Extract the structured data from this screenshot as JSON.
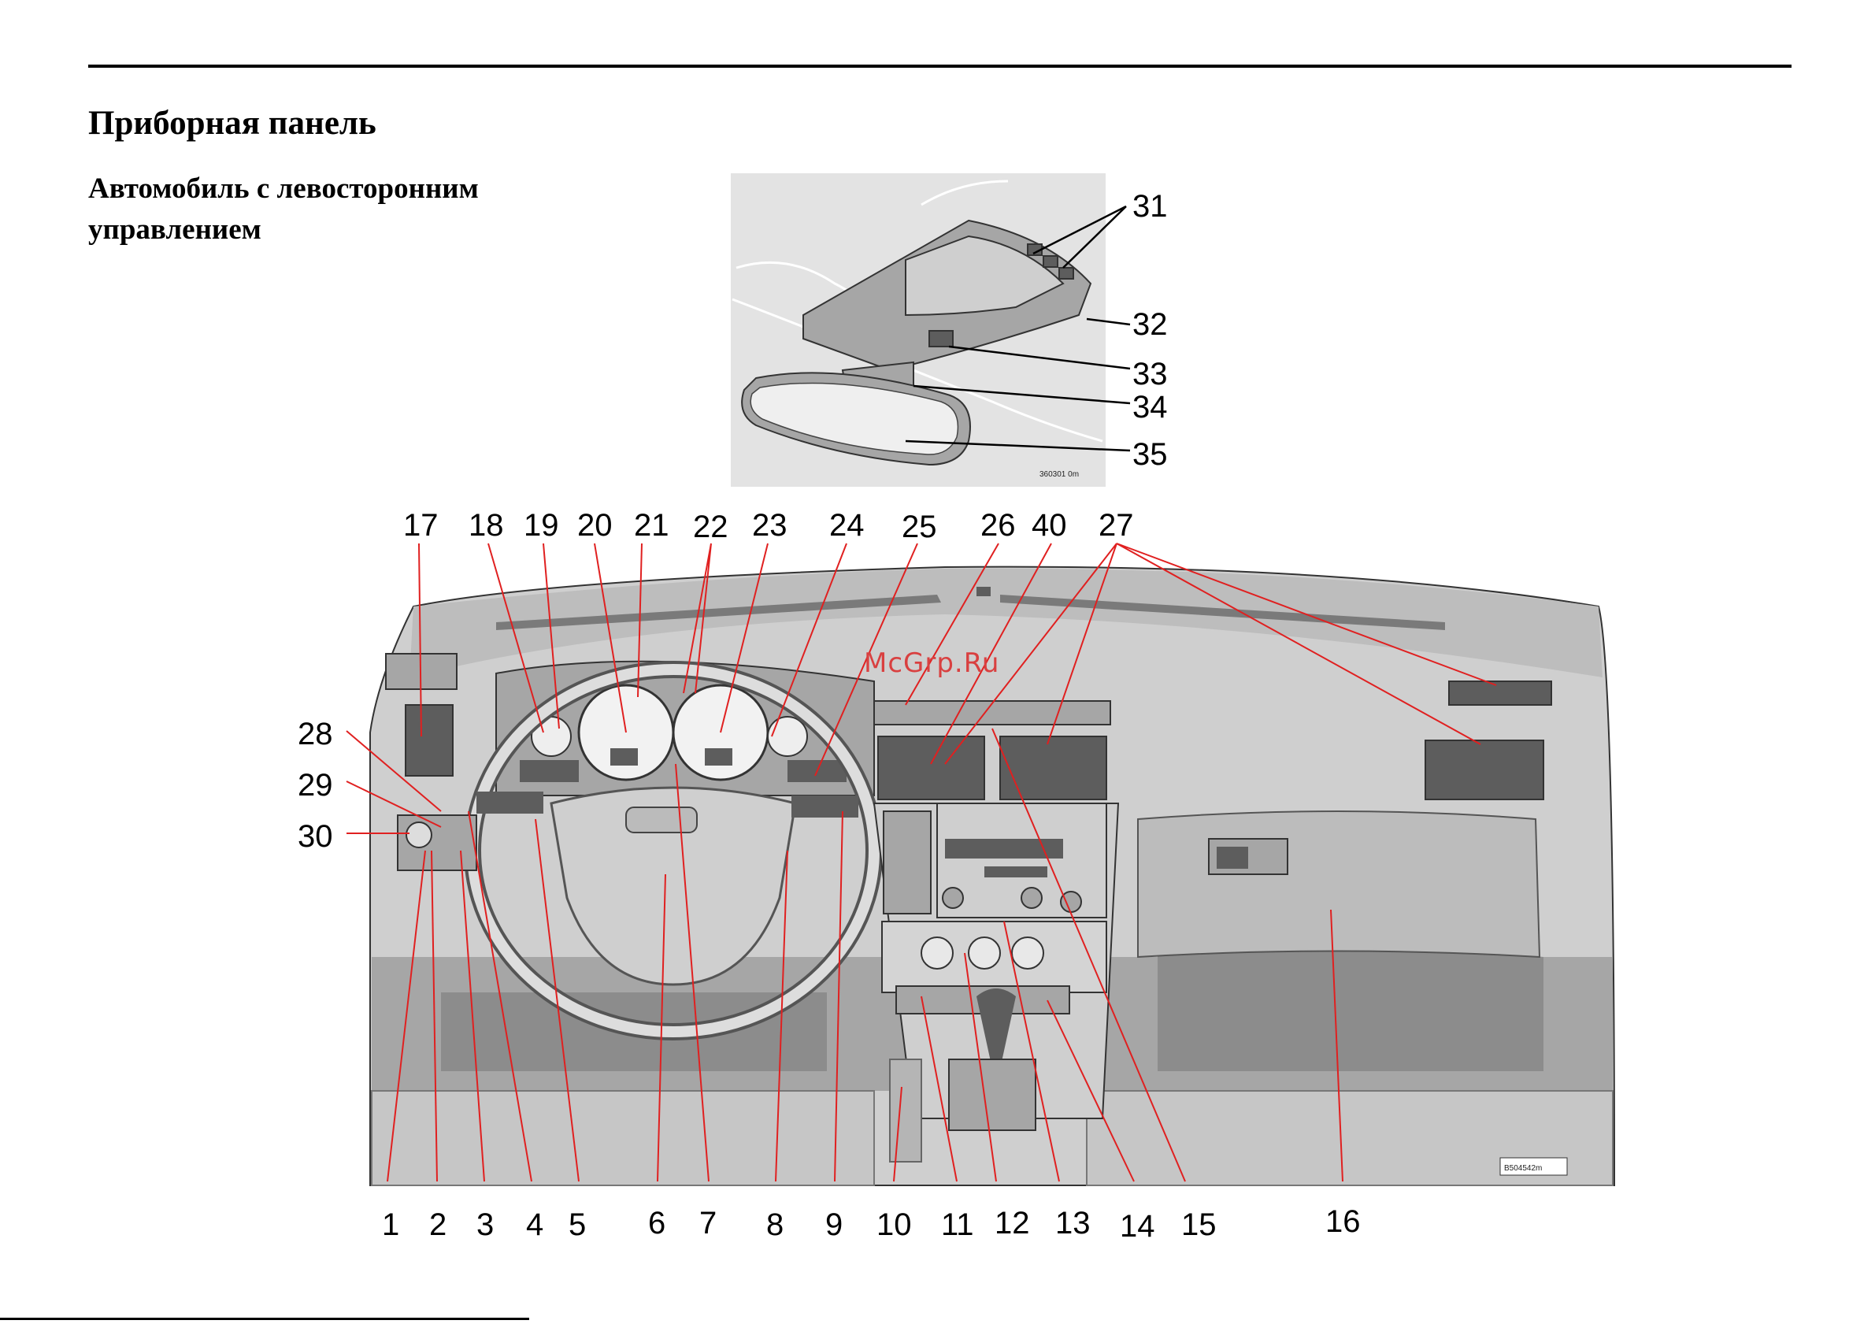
{
  "page": {
    "title": "Приборная панель",
    "subtitle_line1": "Автомобиль с левосторонним",
    "subtitle_line2": "управлением",
    "watermark": "McGrp.Ru"
  },
  "figure_codes": {
    "mirror": "360301 0m",
    "dashboard": "B504542m"
  },
  "callouts": {
    "bottom": [
      "1",
      "2",
      "3",
      "4",
      "5",
      "6",
      "7",
      "8",
      "9",
      "10",
      "11",
      "12",
      "13",
      "14",
      "15",
      "16"
    ],
    "top": [
      "17",
      "18",
      "19",
      "20",
      "21",
      "22",
      "23",
      "24",
      "25",
      "26",
      "40",
      "27"
    ],
    "left": [
      "28",
      "29",
      "30"
    ],
    "mirror": [
      "31",
      "32",
      "33",
      "34",
      "35"
    ]
  }
}
